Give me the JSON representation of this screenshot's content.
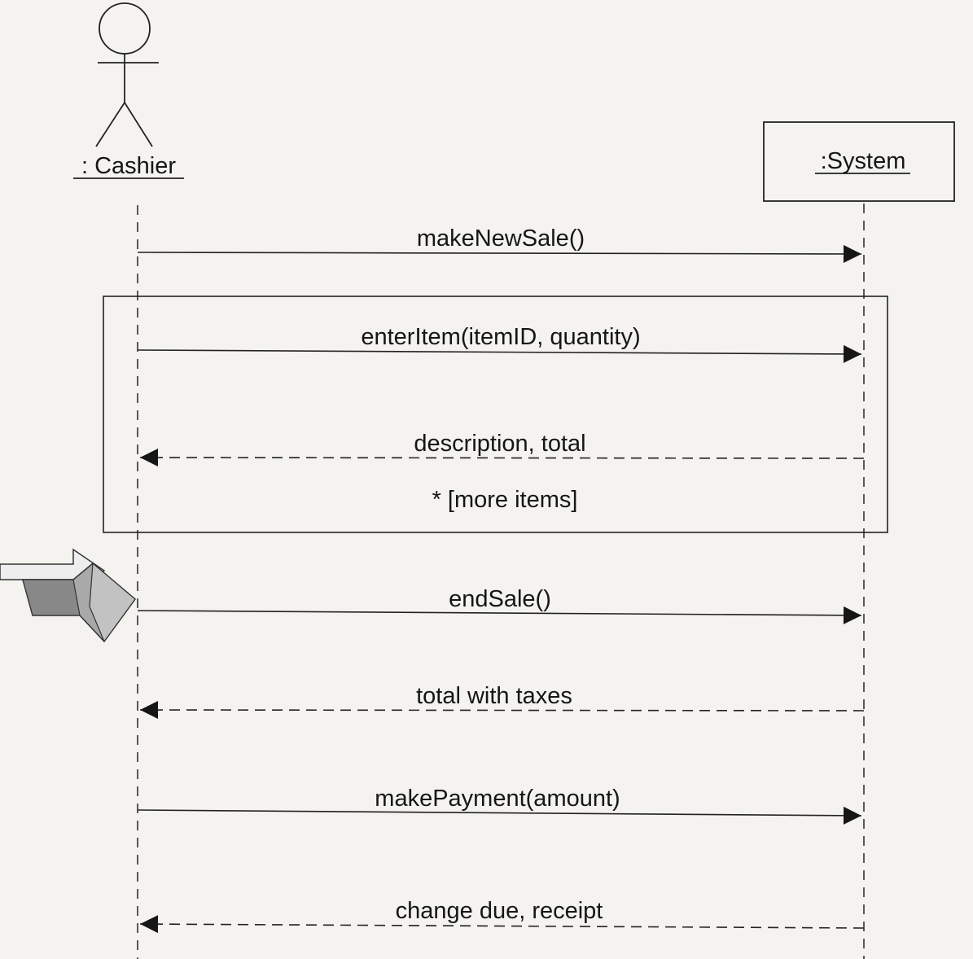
{
  "diagram": {
    "type": "sequence",
    "participants": {
      "actor": {
        "label": ": Cashier",
        "icon": "stick-figure-icon"
      },
      "system": {
        "label": ":System"
      }
    },
    "messages": [
      {
        "label": "makeNewSale()",
        "direction": "to-system",
        "style": "solid"
      },
      {
        "label": "enterItem(itemID, quantity)",
        "direction": "to-system",
        "style": "solid"
      },
      {
        "label": "description, total",
        "direction": "to-actor",
        "style": "dashed"
      },
      {
        "label": "endSale()",
        "direction": "to-system",
        "style": "solid"
      },
      {
        "label": "total with taxes",
        "direction": "to-actor",
        "style": "dashed"
      },
      {
        "label": "makePayment(amount)",
        "direction": "to-system",
        "style": "solid"
      },
      {
        "label": "change due, receipt",
        "direction": "to-actor",
        "style": "dashed"
      }
    ],
    "loop_frame": {
      "label": "* [more items]"
    },
    "margin_pointer": {
      "icon": "pointer-arrow-icon"
    }
  },
  "colors": {
    "background": "#f4f3ef",
    "ink": "#161616",
    "pointer_fill": "#a9a9a9"
  }
}
